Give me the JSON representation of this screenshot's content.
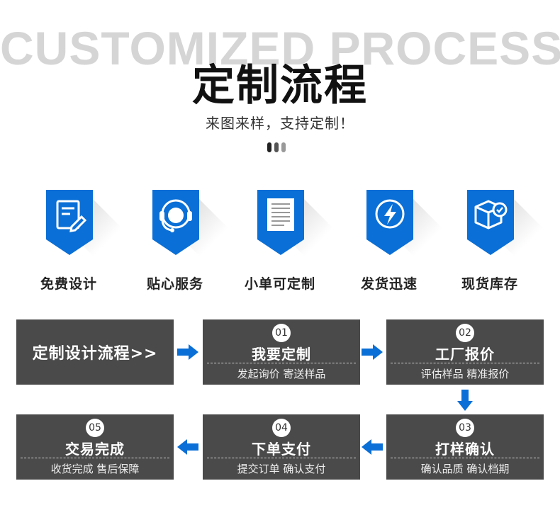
{
  "header": {
    "background_title": "CUSTOMIZED PROCESS",
    "title": "定制流程",
    "subtitle": "来图来样，支持定制！",
    "dot_colors": [
      "#222222",
      "#555555",
      "#999999"
    ]
  },
  "colors": {
    "accent": "#0a6fd6",
    "box": "#4a4a4a"
  },
  "features": [
    {
      "label": "免费设计",
      "icon": "document-edit-icon"
    },
    {
      "label": "贴心服务",
      "icon": "headset-icon"
    },
    {
      "label": "小单可定制",
      "icon": "document-icon"
    },
    {
      "label": "发货迅速",
      "icon": "lightning-icon"
    },
    {
      "label": "现货库存",
      "icon": "package-check-icon"
    }
  ],
  "process": {
    "start_label": "定制设计流程>>",
    "steps": [
      {
        "num": "01",
        "title": "我要定制",
        "desc": "发起询价 寄送样品"
      },
      {
        "num": "02",
        "title": "工厂报价",
        "desc": "评估样品 精准报价"
      },
      {
        "num": "03",
        "title": "打样确认",
        "desc": "确认品质 确认档期"
      },
      {
        "num": "04",
        "title": "下单支付",
        "desc": "提交订单 确认支付"
      },
      {
        "num": "05",
        "title": "交易完成",
        "desc": "收货完成 售后保障"
      }
    ]
  }
}
